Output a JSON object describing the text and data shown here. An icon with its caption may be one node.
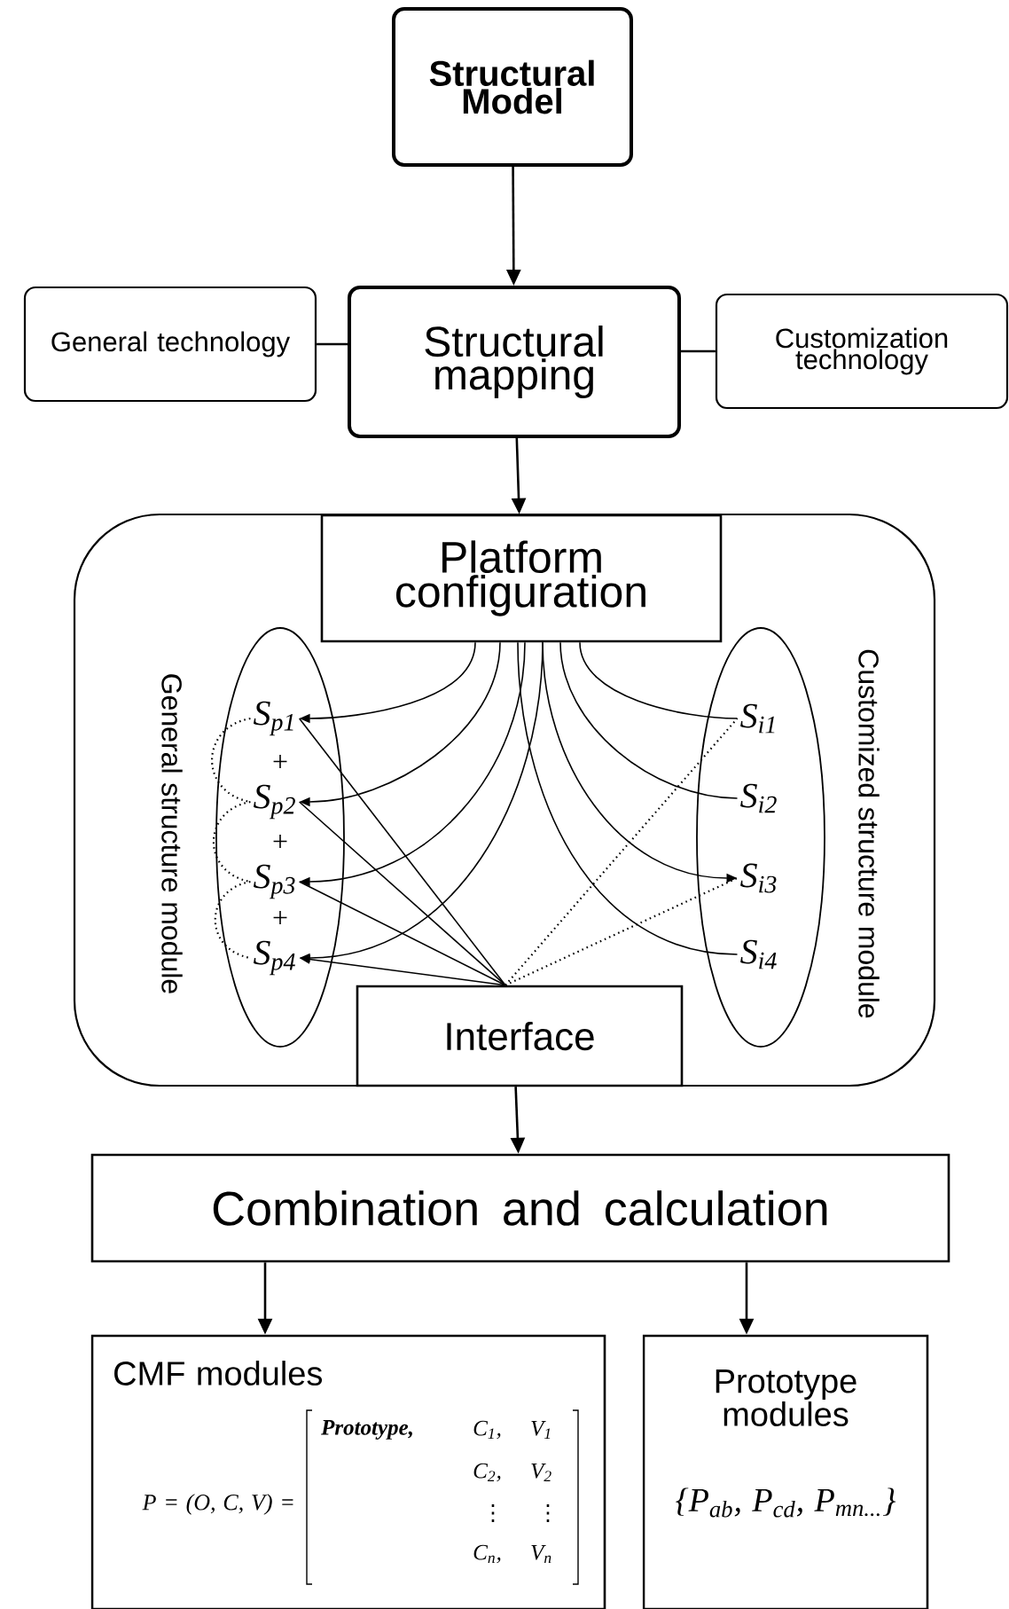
{
  "diagram": {
    "nodes": [
      {
        "text": [
          "Structural Model"
        ]
      },
      {
        "text": [
          "General technology"
        ]
      },
      {
        "text": [
          "Structural mapping"
        ]
      },
      {
        "text": [
          "Customization technology"
        ]
      },
      {
        "text": [],
        "shape": "box"
      },
      {
        "text": [
          "Platform configuration"
        ],
        "in": 4
      },
      {
        "text": [],
        "shape": "ellipse",
        "in": 4,
        "beside": [
          "General structure module"
        ]
      },
      {
        "text": [
          "S$_{p1}$"
        ],
        "in": 6
      },
      {
        "text": [
          "S$_{p2}$"
        ],
        "in": 6
      },
      {
        "text": [
          "S$_{p3}$"
        ],
        "in": 6
      },
      {
        "text": [
          "S$_{p4}$"
        ],
        "in": 6
      },
      {
        "text": [],
        "shape": "ellipse",
        "in": 4,
        "beside": [
          "Customized structure module"
        ]
      },
      {
        "text": [
          "S$_{i1}$"
        ],
        "in": 11
      },
      {
        "text": [
          "S$_{i2}$"
        ],
        "in": 11
      },
      {
        "text": [
          "S$_{i3}$"
        ],
        "in": 11
      },
      {
        "text": [
          "S$_{i4}$"
        ],
        "in": 11
      },
      {
        "text": [
          "Interface"
        ],
        "in": 4
      },
      {
        "text": [
          "Combination and calculation"
        ]
      },
      {
        "text": [
          "CMF modules",
          "P = (O, C, V) =",
          "Prototype,",
          "C$_{1}$,",
          "V$_{1}$",
          "C$_{2}$,",
          "V$_{2}$",
          "⋮",
          "⋮",
          "C$_{n}$,",
          "V$_{n}$"
        ]
      },
      {
        "text": [
          "Prototype modules",
          "{P$_{ab}$, P$_{cd}$, P$_{mn...}$}"
        ]
      }
    ],
    "edges": [
      {
        "from": 0,
        "to": 2,
        "arrow": "to"
      },
      {
        "from": 1,
        "to": 2,
        "arrow": "none"
      },
      {
        "from": 2,
        "to": 3,
        "arrow": "none"
      },
      {
        "from": 2,
        "to": 5,
        "arrow": "to"
      },
      {
        "from": 5,
        "to": 7,
        "arrow": "to"
      },
      {
        "from": 5,
        "to": 8,
        "arrow": "to"
      },
      {
        "from": 5,
        "to": 9,
        "arrow": "to"
      },
      {
        "from": 5,
        "to": 10,
        "arrow": "to"
      },
      {
        "from": 5,
        "to": 12,
        "arrow": "none"
      },
      {
        "from": 5,
        "to": 13,
        "arrow": "none"
      },
      {
        "from": 5,
        "to": 14,
        "arrow": "to"
      },
      {
        "from": 5,
        "to": 15,
        "arrow": "none"
      },
      {
        "from": 16,
        "to": 7,
        "arrow": "none"
      },
      {
        "from": 16,
        "to": 8,
        "arrow": "none"
      },
      {
        "from": 16,
        "to": 9,
        "arrow": "none"
      },
      {
        "from": 16,
        "to": 10,
        "arrow": "to"
      },
      {
        "from": 16,
        "to": 12,
        "arrow": "none",
        "style": "dashed"
      },
      {
        "from": 16,
        "to": 14,
        "arrow": "none",
        "style": "dashed"
      },
      {
        "from": 7,
        "to": 8,
        "arrow": "none",
        "style": "dashed"
      },
      {
        "from": 8,
        "to": 9,
        "arrow": "none",
        "style": "dashed"
      },
      {
        "from": 9,
        "to": 10,
        "arrow": "none",
        "style": "dashed"
      },
      {
        "from": 4,
        "to": 17,
        "arrow": "to"
      },
      {
        "from": 17,
        "to": 18,
        "arrow": "to"
      },
      {
        "from": 17,
        "to": 19,
        "arrow": "to"
      }
    ],
    "labels": [
      "+",
      "+",
      "+"
    ]
  }
}
